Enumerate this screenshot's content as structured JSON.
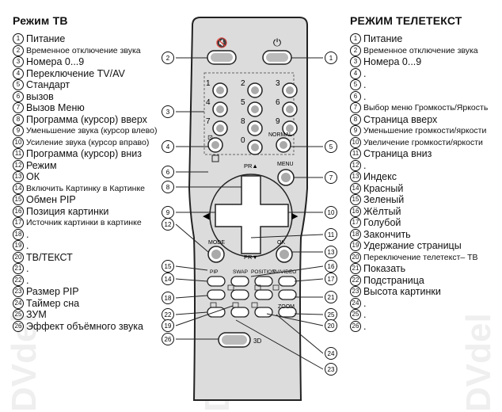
{
  "watermark": "DVdel",
  "left": {
    "title": "Режим ТВ",
    "items": [
      {
        "n": "1",
        "text": "Питание"
      },
      {
        "n": "2",
        "text": "Временное отключение звука",
        "small": true
      },
      {
        "n": "3",
        "text": "Номера 0...9"
      },
      {
        "n": "4",
        "text": "Переключение TV/AV"
      },
      {
        "n": "5",
        "text": "Стандарт"
      },
      {
        "n": "6",
        "text": "вызов"
      },
      {
        "n": "7",
        "text": "Вызов Меню"
      },
      {
        "n": "8",
        "text": "Программа (курсор) вверх"
      },
      {
        "n": "9",
        "text": "Уменьшение звука (курсор влево)",
        "small": true
      },
      {
        "n": "10",
        "text": "Усиление звука (курсор вправо)",
        "small": true
      },
      {
        "n": "11",
        "text": "Программа (курсор) вниз"
      },
      {
        "n": "12",
        "text": "Режим"
      },
      {
        "n": "13",
        "text": "ОК"
      },
      {
        "n": "14",
        "text": "Включить Картинку в Картинке",
        "small": true
      },
      {
        "n": "15",
        "text": "Обмен PIP"
      },
      {
        "n": "16",
        "text": "Позиция картинки"
      },
      {
        "n": "17",
        "text": "Источник картинки в картинке",
        "small": true
      },
      {
        "n": "18",
        "text": "."
      },
      {
        "n": "19",
        "text": "."
      },
      {
        "n": "20",
        "text": "ТВ/ТЕКСТ"
      },
      {
        "n": "21",
        "text": "."
      },
      {
        "n": "22",
        "text": "."
      },
      {
        "n": "23",
        "text": "Размер PIP"
      },
      {
        "n": "24",
        "text": "Таймер сна"
      },
      {
        "n": "25",
        "text": "ЗУМ"
      },
      {
        "n": "26",
        "text": "Эффект объёмного звука"
      }
    ]
  },
  "right": {
    "title": "РЕЖИМ ТЕЛЕТЕКСТ",
    "items": [
      {
        "n": "1",
        "text": "Питание"
      },
      {
        "n": "2",
        "text": "Временное отключение звука",
        "small": true
      },
      {
        "n": "3",
        "text": "Номера 0...9"
      },
      {
        "n": "4",
        "text": "."
      },
      {
        "n": "5",
        "text": "."
      },
      {
        "n": "6",
        "text": "."
      },
      {
        "n": "7",
        "text": "Выбор меню Громкость/Яркость",
        "small": true
      },
      {
        "n": "8",
        "text": "Страница вверх"
      },
      {
        "n": "9",
        "text": "Уменьшение громкости/яркости",
        "small": true
      },
      {
        "n": "10",
        "text": "Увеличение громкости/яркости",
        "small": true
      },
      {
        "n": "11",
        "text": "Страница вниз"
      },
      {
        "n": "12",
        "text": "."
      },
      {
        "n": "13",
        "text": "Индекс"
      },
      {
        "n": "14",
        "text": "Красный"
      },
      {
        "n": "15",
        "text": "Зеленый"
      },
      {
        "n": "16",
        "text": "Жёлтый"
      },
      {
        "n": "17",
        "text": "Голубой"
      },
      {
        "n": "18",
        "text": "Закончить"
      },
      {
        "n": "19",
        "text": "Удержание страницы"
      },
      {
        "n": "20",
        "text": "Переключение телетекст– ТВ",
        "small": true
      },
      {
        "n": "21",
        "text": "Показать"
      },
      {
        "n": "22",
        "text": "Подстраница"
      },
      {
        "n": "23",
        "text": "Высота картинки"
      },
      {
        "n": "24",
        "text": "."
      },
      {
        "n": "25",
        "text": "."
      },
      {
        "n": "26",
        "text": "."
      }
    ]
  },
  "remote": {
    "digits": [
      "1",
      "2",
      "3",
      "4",
      "5",
      "6",
      "7",
      "8",
      "9",
      "0"
    ],
    "labels": {
      "normal": "NORMAL",
      "menu": "MENU",
      "pr_up": "PR▲",
      "pr_down": "PR▼",
      "mode": "MODE",
      "ok": "OK",
      "pip": "PIP",
      "swap": "SWAP",
      "position": "POSITION",
      "tvvideo": "TV/VIDEO",
      "zoom": "ZOOM",
      "sd": "3D"
    },
    "callouts": {
      "c2": "2",
      "c1": "1",
      "c3": "3",
      "c4": "4",
      "c5": "5",
      "c6": "6",
      "c7": "7",
      "c8": "8",
      "c9": "9",
      "c10": "10",
      "c11": "11",
      "c12": "12",
      "c13": "13",
      "c15": "15",
      "c16": "16",
      "c14": "14",
      "c17": "17",
      "c18": "18",
      "c21": "21",
      "c22": "22",
      "c25": "25",
      "c19": "19",
      "c20": "20",
      "c26": "26",
      "c24": "24",
      "c23": "23"
    }
  }
}
